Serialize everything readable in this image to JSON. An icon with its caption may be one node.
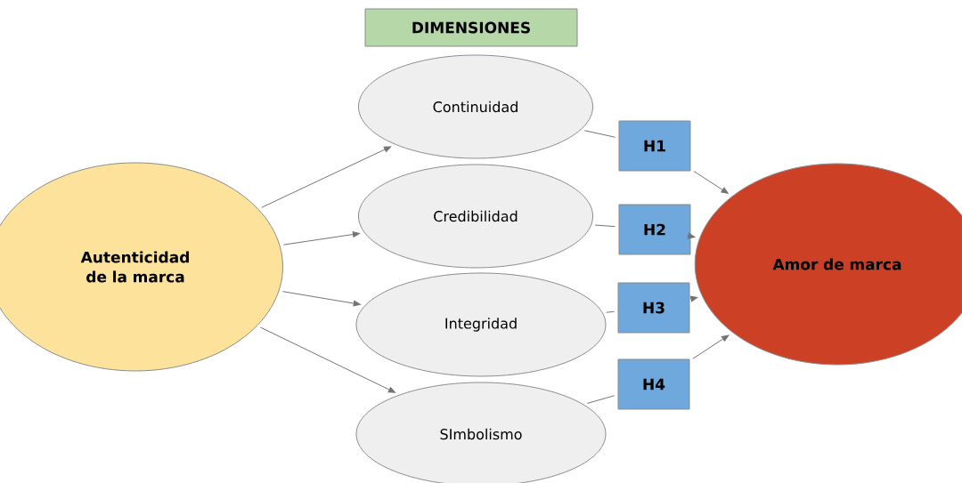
{
  "diagram": {
    "nodes": [
      {
        "text": [
          "Autenticidad de la marca"
        ]
      },
      {
        "text": [
          "DIMENSIONES"
        ]
      },
      {
        "text": [
          "Continuidad"
        ]
      },
      {
        "text": [
          "Credibilidad"
        ]
      },
      {
        "text": [
          "Integridad"
        ]
      },
      {
        "text": [
          "SImbolismo"
        ]
      },
      {
        "text": [
          "Amor de marca"
        ]
      },
      {
        "text": [
          "H1"
        ]
      },
      {
        "text": [
          "H2"
        ]
      },
      {
        "text": [
          "H3"
        ]
      },
      {
        "text": [
          "H4"
        ]
      }
    ],
    "edges": [
      {
        "from": 0,
        "to": 2,
        "arrow": "to"
      },
      {
        "from": 0,
        "to": 3,
        "arrow": "to"
      },
      {
        "from": 0,
        "to": 4,
        "arrow": "to"
      },
      {
        "from": 0,
        "to": 5,
        "arrow": "to"
      },
      {
        "from": 2,
        "to": 7,
        "arrow": "none"
      },
      {
        "from": 7,
        "to": 6,
        "arrow": "to"
      },
      {
        "from": 3,
        "to": 8,
        "arrow": "none"
      },
      {
        "from": 8,
        "to": 6,
        "arrow": "to"
      },
      {
        "from": 4,
        "to": 9,
        "arrow": "none"
      },
      {
        "from": 9,
        "to": 6,
        "arrow": "to"
      },
      {
        "from": 5,
        "to": 10,
        "arrow": "none"
      },
      {
        "from": 10,
        "to": 6,
        "arrow": "to"
      }
    ]
  }
}
